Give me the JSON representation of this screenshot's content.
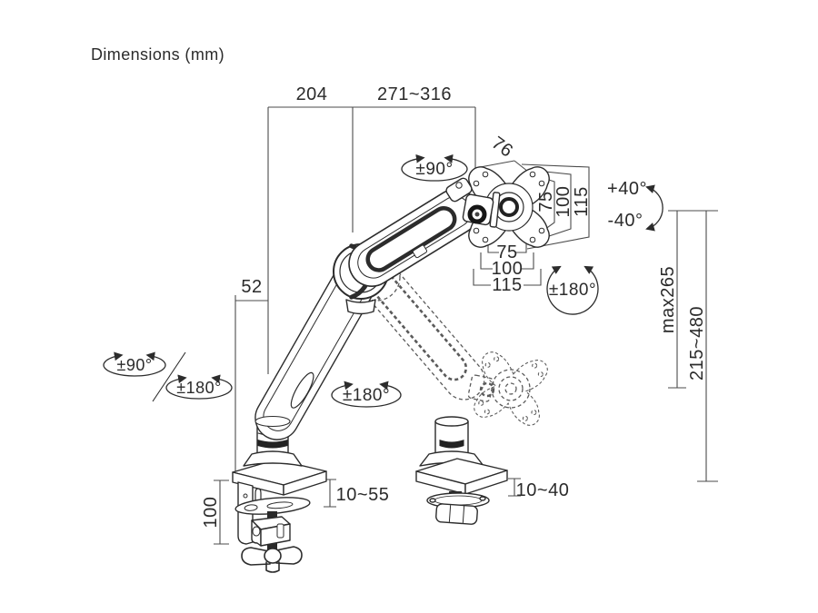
{
  "title": "Dimensions (mm)",
  "dims": {
    "reach_rear": "204",
    "reach_front": "271~316",
    "head_depth": "76",
    "pole_offset": "52",
    "vesa_v": [
      "75",
      "100",
      "115"
    ],
    "vesa_h": [
      "75",
      "100",
      "115"
    ],
    "tilt_up": "+40°",
    "tilt_down": "-40°",
    "height_max": "max265",
    "height_range": "215~480",
    "clamp_range": "10~55",
    "clamp_depth": "100",
    "grommet_range": "10~40"
  },
  "rotations": {
    "head_swivel": "±90°",
    "vesa_rotation": "±180°",
    "base_swivel": "±90°",
    "base_rotation": "±180°",
    "arm_swivel": "±180°"
  },
  "colors": {
    "machine_line": "#2c2c2c",
    "dimension_line": "#4b4b4b",
    "text": "#2b2b2b",
    "background": "#ffffff"
  }
}
